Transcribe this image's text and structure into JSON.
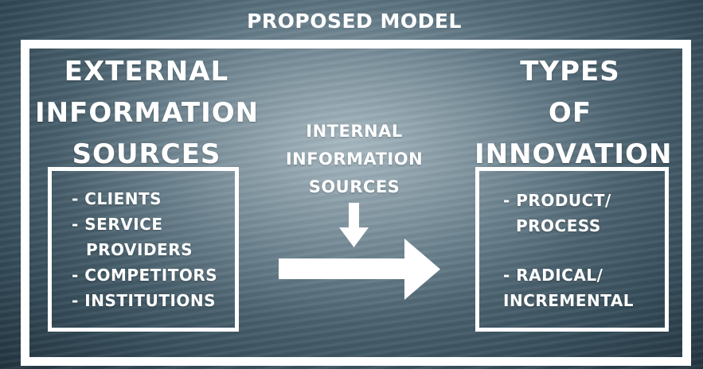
{
  "title": "PROPOSED MODEL",
  "external": {
    "heading": [
      "EXTERNAL",
      "INFORMATION",
      "SOURCES"
    ],
    "items": [
      "- CLIENTS",
      "- SERVICE",
      "PROVIDERS",
      "- COMPETITORS",
      "- INSTITUTIONS"
    ]
  },
  "internal": {
    "heading": [
      "INTERNAL",
      "INFORMATION",
      "SOURCES"
    ]
  },
  "types": {
    "heading": [
      "TYPES",
      "OF",
      "INNOVATION"
    ],
    "items": [
      "- PRODUCT/",
      "PROCESS",
      "- RADICAL/",
      "INCREMENTAL"
    ]
  },
  "colors": {
    "foreground": "#ffffff",
    "water_dark": "#22343f",
    "water_light": "#8fa3ad"
  },
  "icons": [
    "arrow-down-icon",
    "arrow-right-icon"
  ]
}
